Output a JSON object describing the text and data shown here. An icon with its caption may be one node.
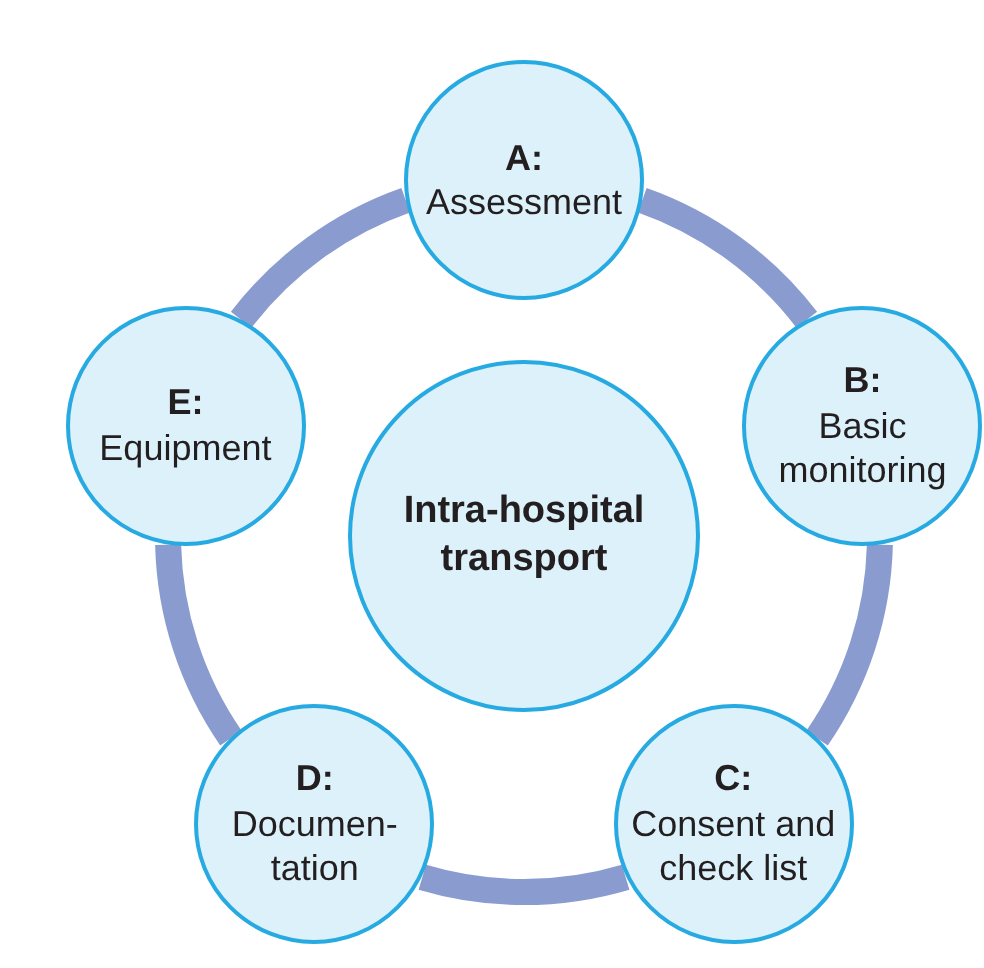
{
  "diagram": {
    "nodes": [
      {
        "text": [
          "Intra-hospital transport"
        ]
      },
      {
        "text": [
          "A:",
          "Assessment"
        ]
      },
      {
        "text": [
          "B:",
          "Basic monitoring"
        ]
      },
      {
        "text": [
          "C:",
          "Consent and check list"
        ]
      },
      {
        "text": [
          "D:",
          "Documen- tation"
        ]
      },
      {
        "text": [
          "E:",
          "Equipment"
        ]
      }
    ],
    "edges": [
      {
        "from": 1,
        "to": 2,
        "arrow": "none"
      },
      {
        "from": 2,
        "to": 3,
        "arrow": "none"
      },
      {
        "from": 3,
        "to": 4,
        "arrow": "none"
      },
      {
        "from": 4,
        "to": 5,
        "arrow": "none"
      },
      {
        "from": 5,
        "to": 1,
        "arrow": "none"
      }
    ]
  }
}
